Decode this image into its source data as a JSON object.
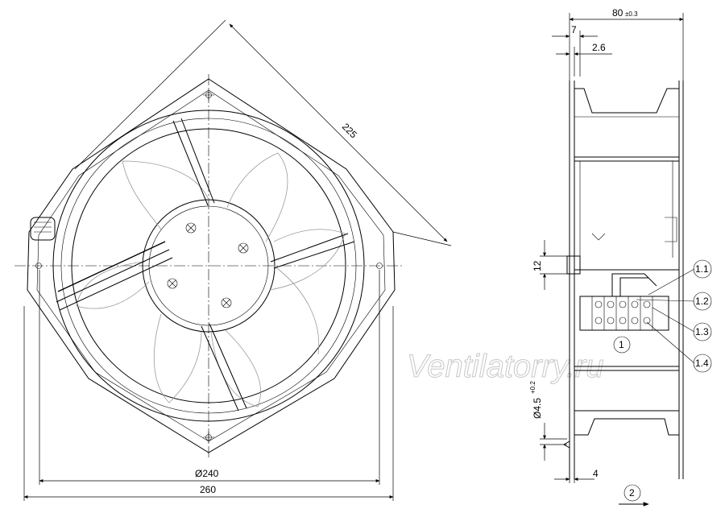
{
  "watermark": "Ventilatorry.ru",
  "front_view": {
    "dim_diagonal": "225",
    "dim_diameter": "Ø240",
    "dim_width": "260"
  },
  "side_view": {
    "dim_depth_value": "80",
    "dim_depth_tol": "±0.3",
    "dim_flange": "7",
    "dim_rib": "2.6",
    "dim_slot": "12",
    "dim_hole_value": "Ø4.5",
    "dim_hole_tol": "+0.2",
    "dim_bottom": "4"
  },
  "callouts": {
    "c1_1": "1.1",
    "c1_2": "1.2",
    "c1_3": "1.3",
    "c1_4": "1.4",
    "c1": "1",
    "c2": "2"
  },
  "icons": {
    "airflow_arrow": "arrow-right-icon",
    "mount_hole": "crosshair-hole-icon",
    "hub_screw": "x-circle-icon"
  }
}
